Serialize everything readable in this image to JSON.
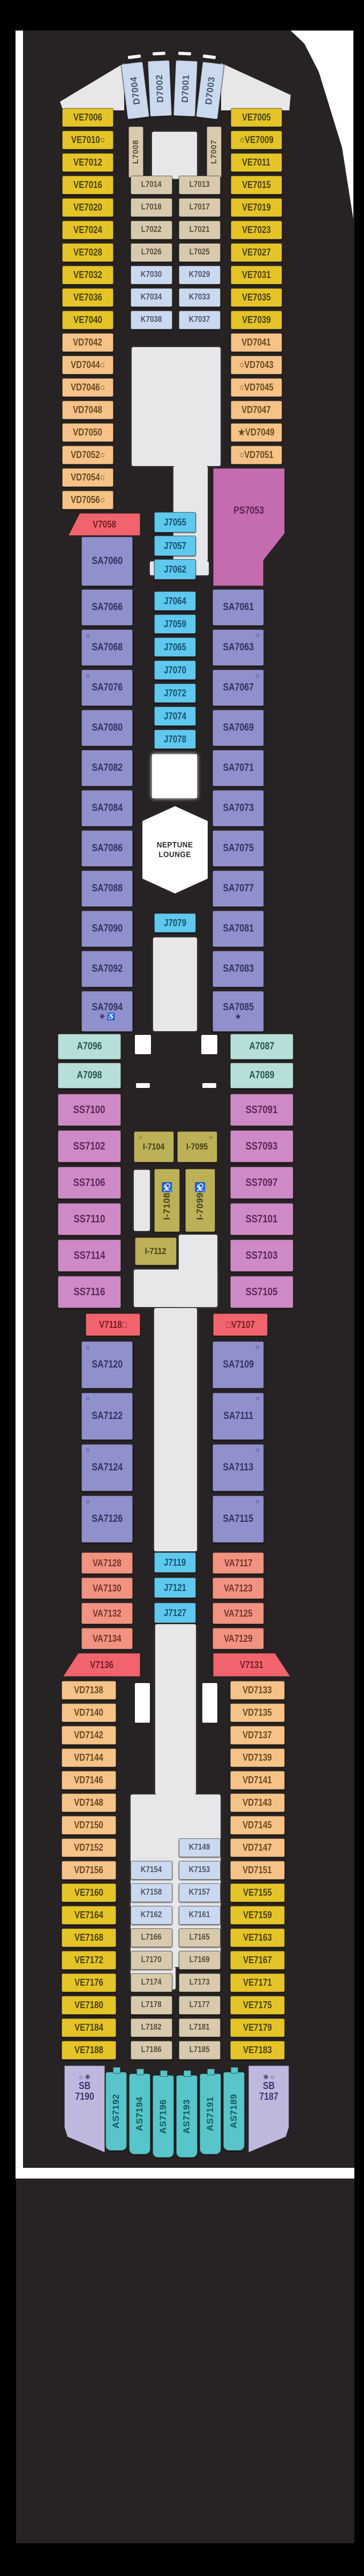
{
  "deck": {
    "neptune_lounge": {
      "line1": "NEPTUNE",
      "line2": "LOUNGE"
    },
    "bow_cabins": [
      "D7004",
      "D7002",
      "D7001",
      "D7003"
    ],
    "bow_verticals": [
      "L7008",
      "L7007"
    ],
    "top_rows": [
      [
        "VE7006",
        null,
        null,
        "VE7005"
      ],
      [
        "VE7010○",
        null,
        null,
        "○VE7009"
      ],
      [
        "VE7012",
        null,
        null,
        "VE7011"
      ],
      [
        "VE7016",
        "L7014",
        "L7013",
        "VE7015"
      ],
      [
        "VE7020",
        "L7018",
        "L7017",
        "VE7019"
      ],
      [
        "VE7024",
        "L7022",
        "L7021",
        "VE7023"
      ],
      [
        "VE7028",
        "L7026",
        "L7025",
        "VE7027"
      ],
      [
        "VE7032",
        "K7030",
        "K7029",
        "VE7031"
      ],
      [
        "VE7036",
        "K7034",
        "K7033",
        "VE7035"
      ],
      [
        "VE7040",
        "K7038",
        "K7037",
        "VE7039"
      ],
      [
        "VD7042",
        null,
        null,
        "VD7041"
      ],
      [
        "VD7044○",
        null,
        null,
        "○VD7043"
      ],
      [
        "VD7046○",
        null,
        null,
        "○VD7045"
      ],
      [
        "VD7048",
        null,
        null,
        "VD7047"
      ],
      [
        "VD7050",
        null,
        null,
        "★VD7049"
      ],
      [
        "VD7052○",
        null,
        null,
        "○VD7051"
      ],
      [
        "VD7054○",
        null,
        null,
        null
      ],
      [
        "VD7056○",
        null,
        null,
        null
      ]
    ],
    "mid_singles": {
      "v7058": "V7058",
      "j7055": "J7055",
      "ps7053": "PS7053",
      "j7057": "J7057",
      "j7062": "J7062",
      "sa7060": "SA7060"
    },
    "sa1_left": [
      "SA7066",
      "SA7068",
      "SA7076",
      "SA7080",
      "SA7082",
      "SA7084",
      "SA7086",
      "SA7088",
      "SA7090",
      "SA7092",
      "SA7094"
    ],
    "sa1_right": [
      "SA7061",
      "SA7063",
      "SA7067",
      "SA7069",
      "SA7071",
      "SA7073",
      "SA7075",
      "SA7077",
      "SA7081",
      "SA7083",
      "SA7085"
    ],
    "sa1_circle_rows": [
      1,
      2
    ],
    "sa1_left_last_symbols": "✳ ♿",
    "sa1_right_last_symbols": "★",
    "j1": [
      "J7064",
      "J7059",
      "J7065",
      "J7070",
      "J7072",
      "J7074",
      "J7078"
    ],
    "j7079": "J7079",
    "a_rows": [
      [
        "A7096",
        "A7087"
      ],
      [
        "A7098",
        "A7089"
      ]
    ],
    "ss_rows": [
      [
        "SS7100",
        "SS7091"
      ],
      [
        "SS7102",
        "SS7093"
      ],
      [
        "SS7106",
        "SS7097"
      ],
      [
        "SS7110",
        "SS7101"
      ],
      [
        "SS7114",
        "SS7103"
      ],
      [
        "SS7116",
        "SS7105"
      ]
    ],
    "i_cabins": {
      "top_left": "I-7104",
      "top_right": "I-7095",
      "vert_left": "I-7108♿",
      "vert_right": "I-7099♿",
      "single": "I-7112"
    },
    "v_mid": [
      "V7118□",
      "□V7107"
    ],
    "sa2_left": [
      "SA7120",
      "SA7122",
      "SA7124",
      "SA7126"
    ],
    "sa2_right": [
      "SA7109",
      "SA7111",
      "SA7113",
      "SA7115"
    ],
    "va_rows": [
      [
        "VA7128",
        "J7119",
        "VA7117"
      ],
      [
        "VA7130",
        "J7121",
        "VA7123"
      ],
      [
        "VA7132",
        "J7127",
        "VA7125"
      ],
      [
        "VA7134",
        null,
        "VA7129"
      ]
    ],
    "v_aft": [
      "V7136",
      "V7131"
    ],
    "bottom_rows": [
      [
        "VD7138",
        null,
        null,
        "VD7133"
      ],
      [
        "VD7140",
        null,
        null,
        "VD7135"
      ],
      [
        "VD7142",
        null,
        null,
        "VD7137"
      ],
      [
        "VD7144",
        null,
        null,
        "VD7139"
      ],
      [
        "VD7146",
        null,
        null,
        "VD7141"
      ],
      [
        "VD7148",
        null,
        null,
        "VD7143"
      ],
      [
        "VD7150",
        null,
        null,
        "VD7145"
      ],
      [
        "VD7152",
        null,
        "K7149",
        "VD7147"
      ],
      [
        "VD7156",
        "K7154",
        "K7153",
        "VD7151"
      ],
      [
        "VE7160",
        "K7158",
        "K7157",
        "VE7155"
      ],
      [
        "VE7164",
        "K7162",
        "K7161",
        "VE7159"
      ],
      [
        "VE7168",
        "L7166",
        "L7165",
        "VE7163"
      ],
      [
        "VE7172",
        "L7170",
        "L7169",
        "VE7167"
      ],
      [
        "VE7176",
        "L7174",
        "L7173",
        "VE7171"
      ],
      [
        "VE7180",
        "L7178",
        "L7177",
        "VE7175"
      ],
      [
        "VE7184",
        "L7182",
        "L7181",
        "VE7179"
      ],
      [
        "VE7188",
        "L7186",
        "L7185",
        "VE7183"
      ]
    ],
    "stern": {
      "sb_left_lines": [
        "○ ✳",
        "SB",
        "7190"
      ],
      "as_cabins": [
        "AS7192",
        "AS7194",
        "AS7196",
        "AS7193",
        "AS7191",
        "AS7189"
      ],
      "sb_right_lines": [
        "✳ ○",
        "SB",
        "7187"
      ]
    },
    "colors": {
      "panel": "#272223",
      "page": "#ffffff",
      "public_gray": "#E7E7E9",
      "VE": "#E5C427",
      "VD": "#F5C287",
      "L": "#D8CAAE",
      "K": "#CBD9EF",
      "D": "#CBD9EF",
      "J": "#5FC8EE",
      "SA": "#9090CC",
      "A": "#B7DFD9",
      "SS": "#CE8AC7",
      "I": "#BCB157",
      "VA": "#F29280",
      "V": "#F2646D",
      "PS": "#C56CB0",
      "AS": "#57C5C9",
      "SB": "#BFB8DE"
    }
  }
}
